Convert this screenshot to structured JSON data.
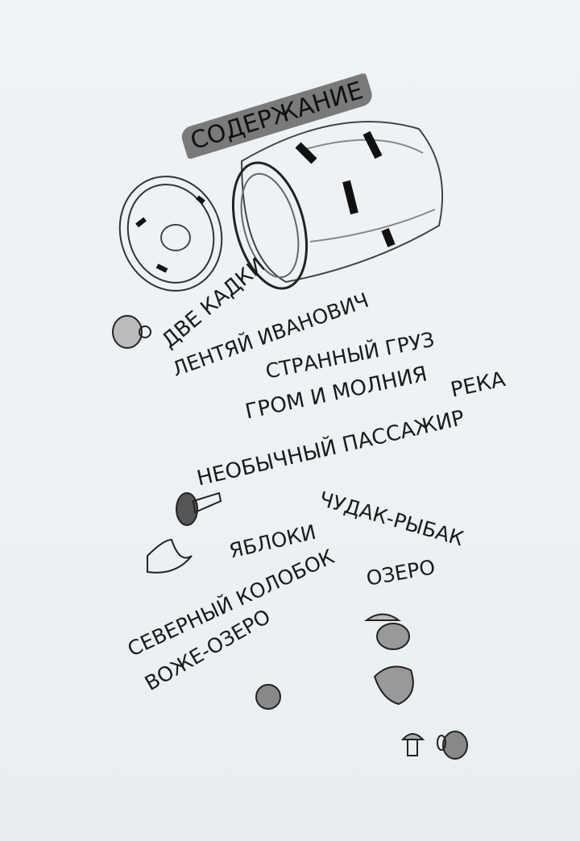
{
  "toc": {
    "title": "СОДЕРЖАНИЕ",
    "items": [
      "ДВЕ КАДКИ",
      "ЛЕНТЯЙ ИВАНОВИЧ",
      "СТРАННЫЙ ГРУЗ",
      "ГРОМ И МОЛНИЯ",
      "РЕКА",
      "НЕОБЫЧНЫЙ ПАССАЖИР",
      "ЧУДАК-РЫБАК",
      "ЯБЛОКИ",
      "ОЗЕРО",
      "СЕВЕРНЫЙ КОЛОБОК",
      "ВОЖЕ-ОЗЕРО"
    ]
  },
  "colors": {
    "ink": "#1b1b1b",
    "paper": "#eef2f4",
    "wash": "#7a7a7a"
  }
}
